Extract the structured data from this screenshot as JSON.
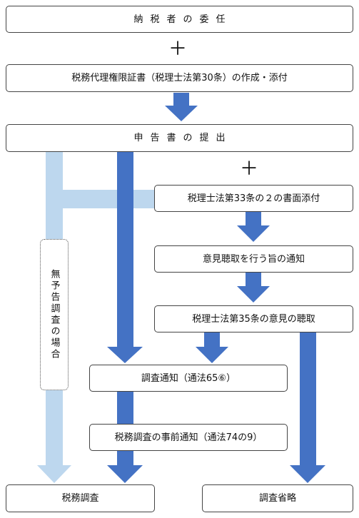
{
  "nodes": {
    "delegation": "納税者の委任",
    "authority_doc": "税務代理権限証書（税理士法第30条）の作成・添付",
    "filing": "申告書の提出",
    "attach33": "税理士法第33条の２の書面添付",
    "notice_opinion": "意見聴取を行う旨の通知",
    "hearing35": "税理士法第35条の意見の聴取",
    "audit_notice": "調査通知（通法65⑥）",
    "prior_notice": "税務調査の事前通知（通法74の9）",
    "tax_audit": "税務調査",
    "audit_skip": "調査省略",
    "no_notice_case": "無予告調査の場合"
  },
  "symbols": {
    "plus": "＋"
  },
  "colors": {
    "dark_arrow": "#4472C4",
    "light_arrow": "#BDD7EE",
    "border": "#444444"
  }
}
